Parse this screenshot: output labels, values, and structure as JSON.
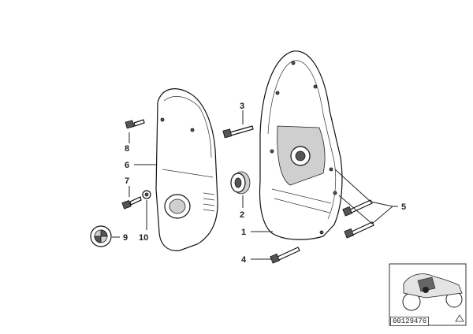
{
  "callouts": {
    "c1": "1",
    "c2": "2",
    "c3": "3",
    "c4": "4",
    "c5": "5",
    "c6": "6",
    "c7": "7",
    "c8": "8",
    "c9": "9",
    "c10": "10"
  },
  "inset": {
    "part_number": "00129476"
  }
}
